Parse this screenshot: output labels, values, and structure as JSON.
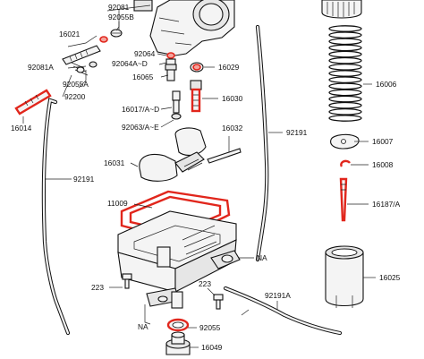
{
  "diagram": {
    "labels": {
      "p92081": "92081",
      "p92055B": "92055B",
      "p16021": "16021",
      "p92081A": "92081A",
      "p92064": "92064",
      "p92064A": "92064A~D",
      "p16029": "16029",
      "p16065": "16065",
      "p92055A": "92055A",
      "p92200": "92200",
      "p16014": "16014",
      "p16017": "16017/A~D",
      "p16030": "16030",
      "p92063": "92063/A~E",
      "p16032": "16032",
      "p92191_top": "92191",
      "p16006": "16006",
      "p16007": "16007",
      "p16008": "16008",
      "p16031": "16031",
      "p92191_left": "92191",
      "p11009": "11009",
      "p16187": "16187/A",
      "pNA_1": "NA",
      "p16025": "16025",
      "p223_1": "223",
      "p223_2": "223",
      "p92191A": "92191A",
      "pNA_2": "NA",
      "p92055": "92055",
      "p16049": "16049"
    },
    "highlight_color": "#e1261c"
  }
}
